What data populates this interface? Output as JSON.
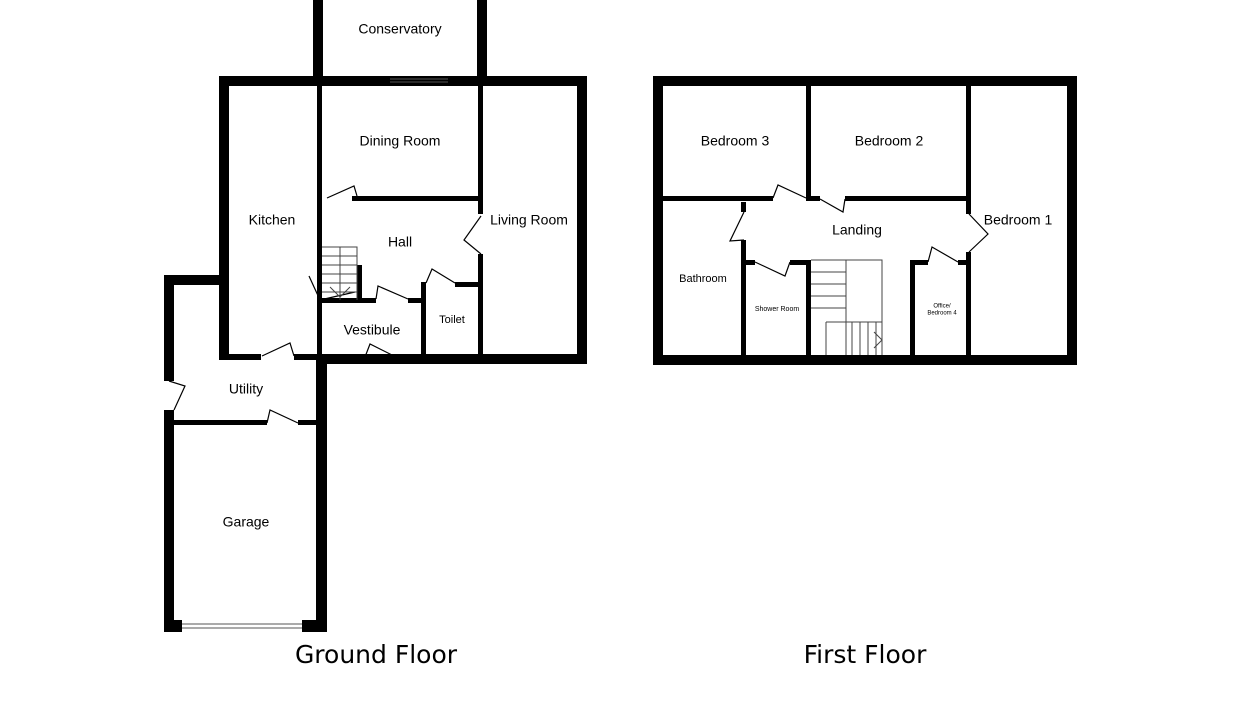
{
  "colors": {
    "wall": "#000000",
    "background": "#ffffff",
    "label": "#000000"
  },
  "floors": [
    {
      "id": "ground",
      "label": "Ground Floor",
      "rooms": [
        {
          "id": "conservatory",
          "label": "Conservatory"
        },
        {
          "id": "dining-room",
          "label": "Dining Room"
        },
        {
          "id": "kitchen",
          "label": "Kitchen"
        },
        {
          "id": "hall",
          "label": "Hall"
        },
        {
          "id": "living-room",
          "label": "Living Room"
        },
        {
          "id": "vestibule",
          "label": "Vestibule"
        },
        {
          "id": "toilet",
          "label": "Toilet"
        },
        {
          "id": "utility",
          "label": "Utility"
        },
        {
          "id": "garage",
          "label": "Garage"
        }
      ]
    },
    {
      "id": "first",
      "label": "First Floor",
      "rooms": [
        {
          "id": "bedroom-3",
          "label": "Bedroom 3"
        },
        {
          "id": "bedroom-2",
          "label": "Bedroom 2"
        },
        {
          "id": "bedroom-1",
          "label": "Bedroom 1"
        },
        {
          "id": "landing",
          "label": "Landing"
        },
        {
          "id": "bathroom",
          "label": "Bathroom"
        },
        {
          "id": "shower-room",
          "label": "Shower Room"
        },
        {
          "id": "office-bedroom-4",
          "label_line1": "Office/",
          "label_line2": "Bedroom 4"
        }
      ]
    }
  ]
}
